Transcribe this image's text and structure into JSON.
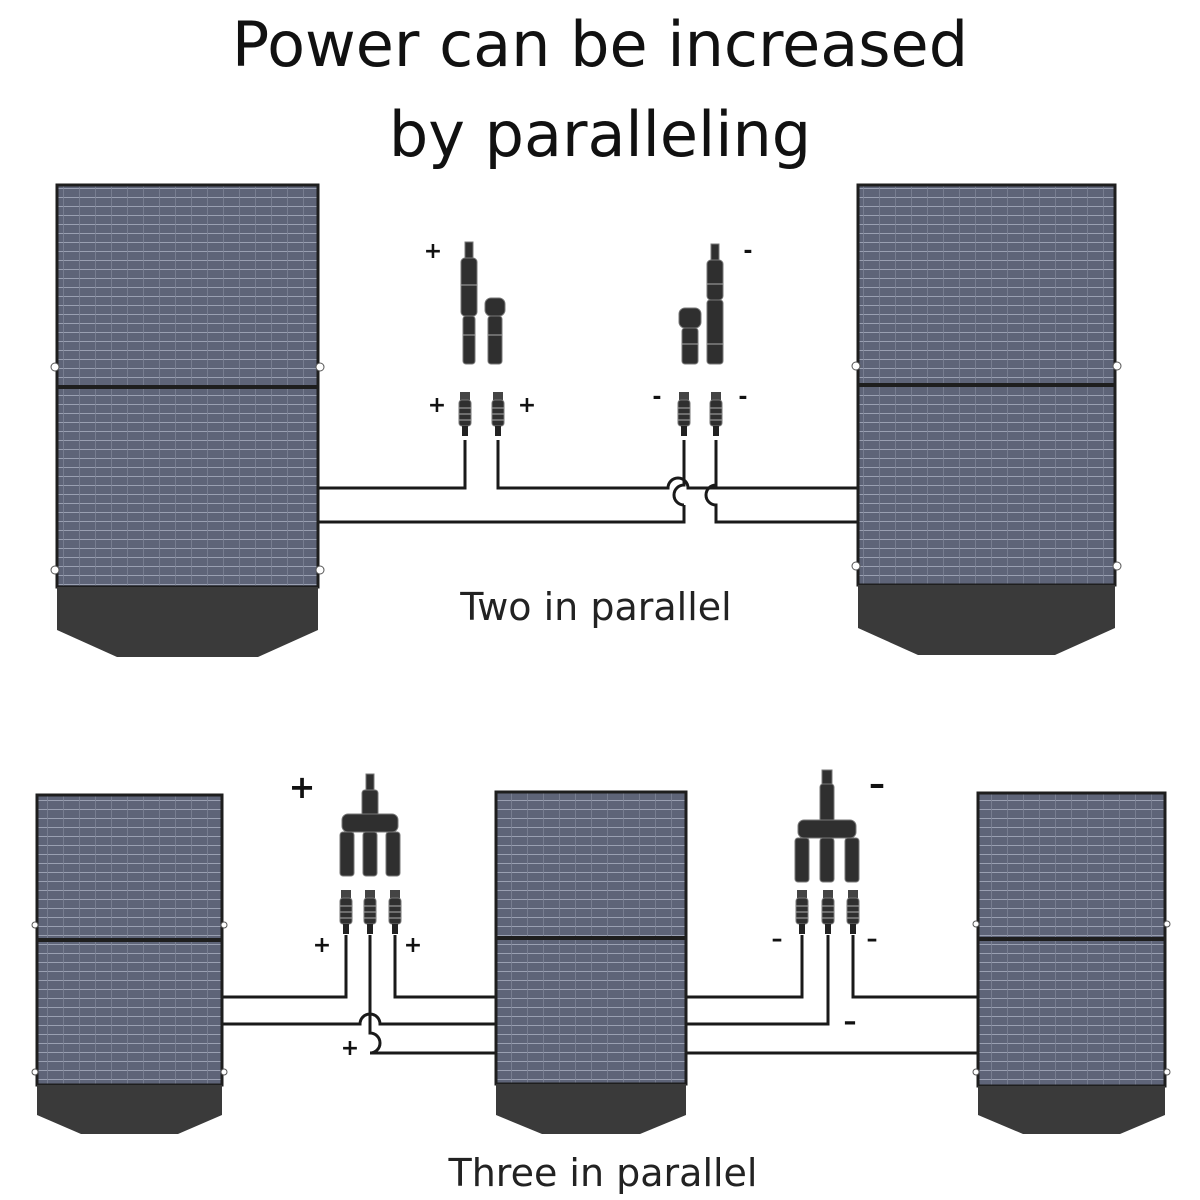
{
  "title": {
    "line1": "Power can be increased",
    "line2": "by paralleling"
  },
  "captions": {
    "two": "Two in parallel",
    "three": "Three in parallel"
  },
  "signs": {
    "plus": "+",
    "minus": "-",
    "minus_long": "–"
  },
  "colors": {
    "panel_cell": "#5e6478",
    "panel_frame": "#1e1e1e",
    "panel_pocket": "#3a3a3a",
    "cable": "#1a1a1a",
    "connector": "#333333"
  },
  "icons": {
    "panel": "solar-panel-icon",
    "branch_connector": "y-branch-connector-icon",
    "mc4_plug": "mc4-plug-icon"
  }
}
